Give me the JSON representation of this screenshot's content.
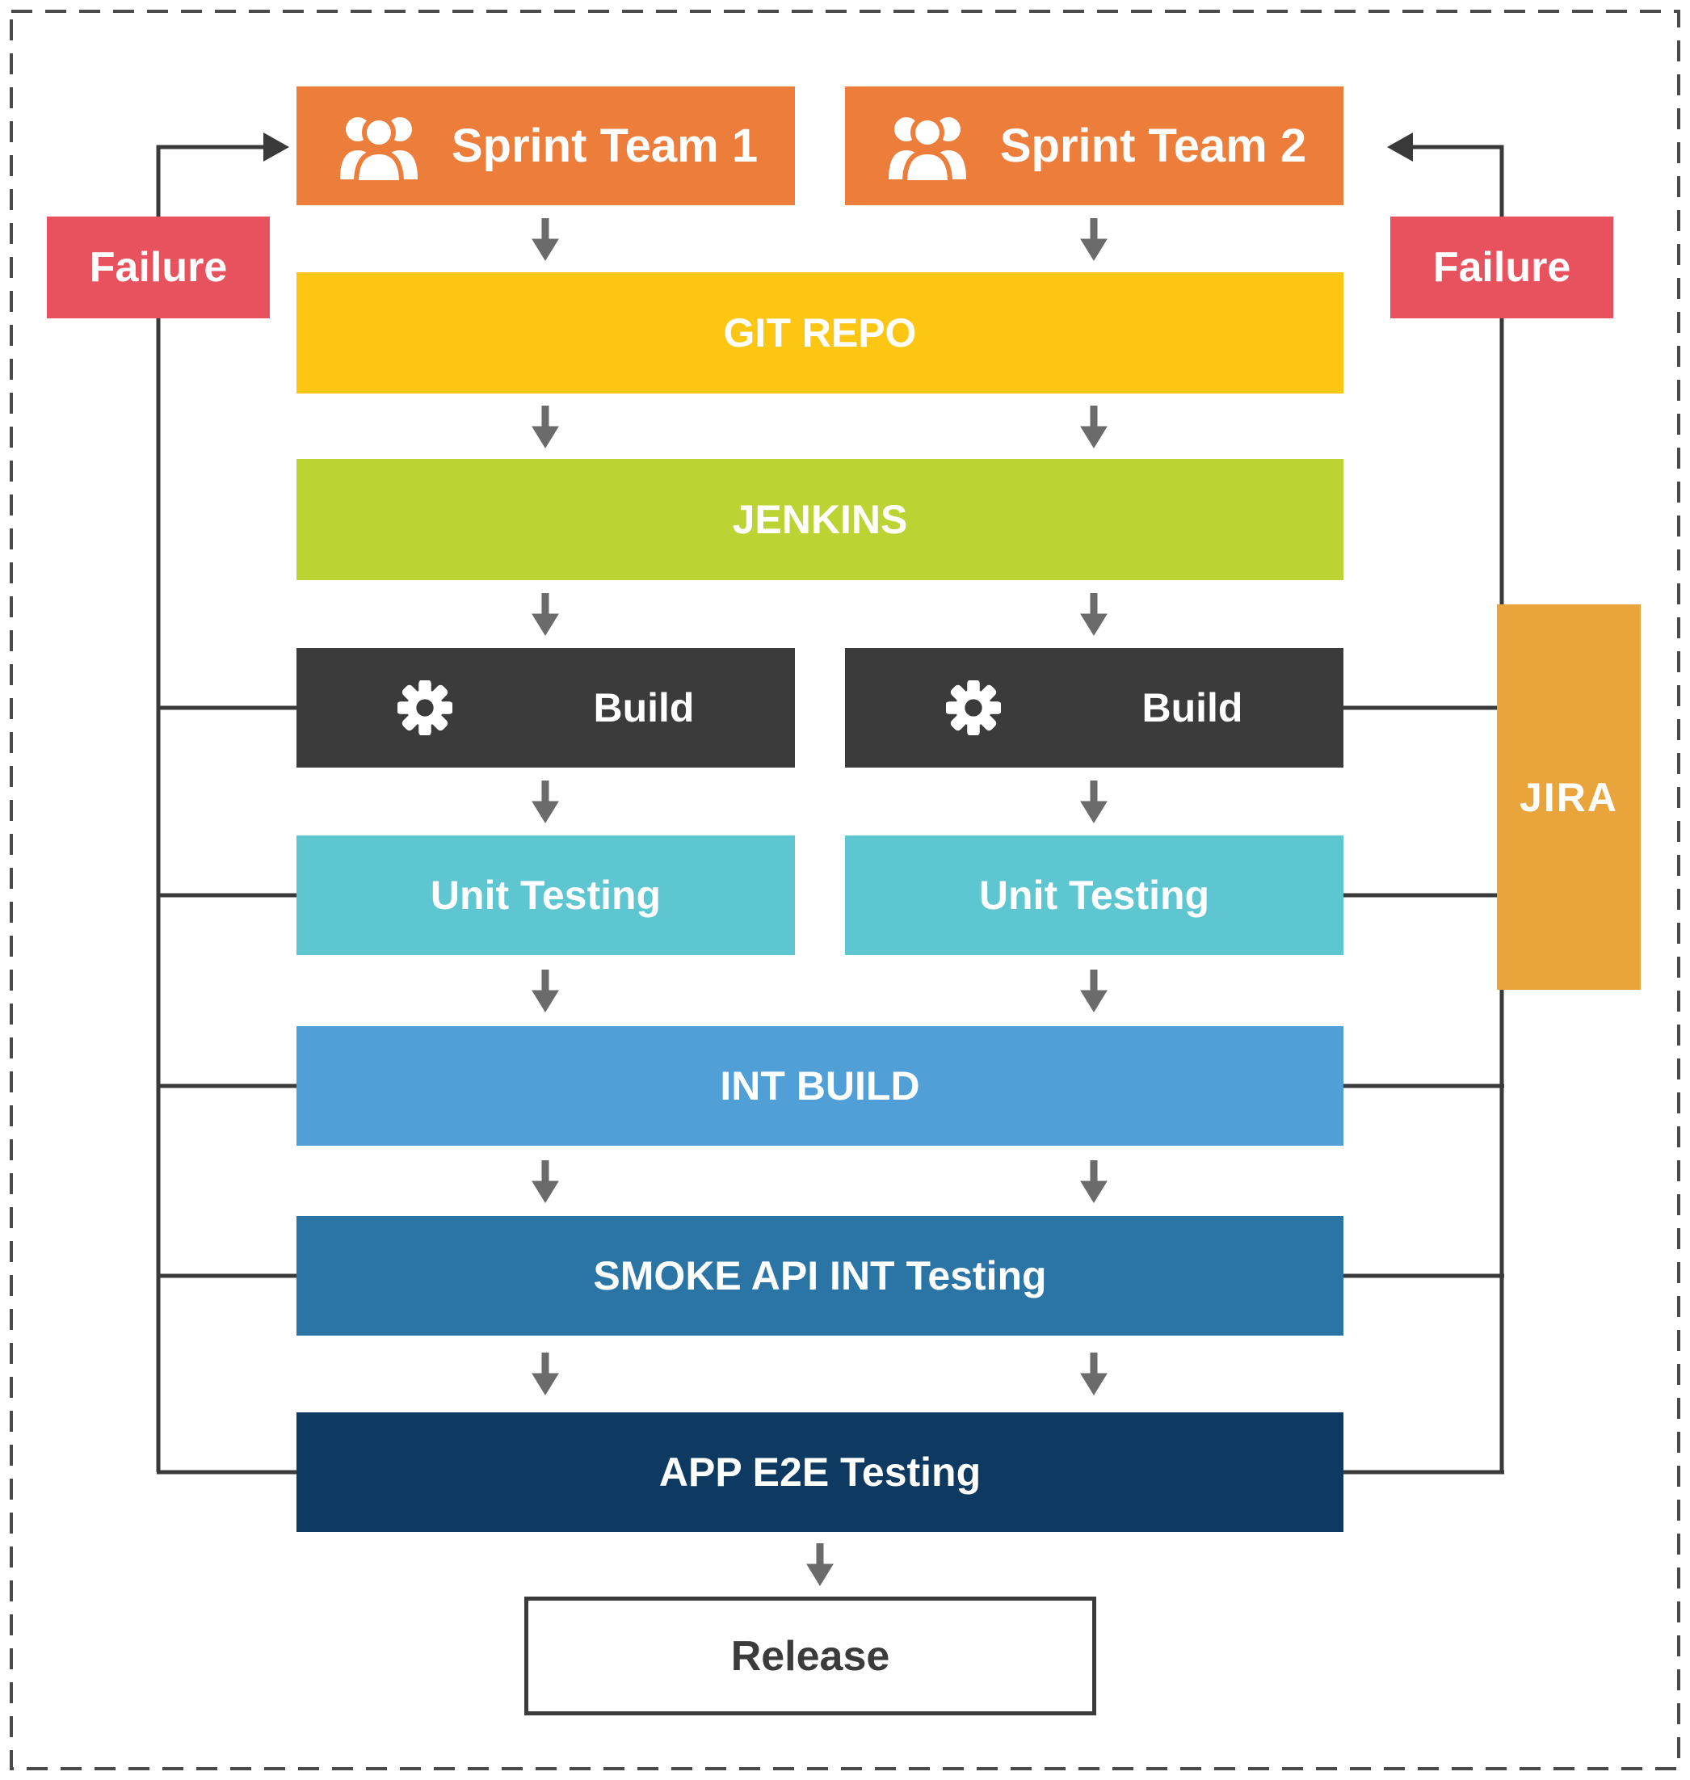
{
  "nodes": {
    "sprint_team_1": {
      "label": "Sprint Team 1",
      "color": "#ED7D3B",
      "icon": "users-icon"
    },
    "sprint_team_2": {
      "label": "Sprint Team 2",
      "color": "#ED7D3B",
      "icon": "users-icon"
    },
    "failure_left": {
      "label": "Failure",
      "color": "#E8525E"
    },
    "failure_right": {
      "label": "Failure",
      "color": "#E8525E"
    },
    "git_repo": {
      "label": "GIT REPO",
      "color": "#FCC613"
    },
    "jenkins": {
      "label": "JENKINS",
      "color": "#BCD433"
    },
    "build_left": {
      "label": "Build",
      "color": "#3B3B3B",
      "icon": "gear-icon"
    },
    "build_right": {
      "label": "Build",
      "color": "#3B3B3B",
      "icon": "gear-icon"
    },
    "unit_testing_left": {
      "label": "Unit Testing",
      "color": "#5DC6D1"
    },
    "unit_testing_right": {
      "label": "Unit Testing",
      "color": "#5DC6D1"
    },
    "int_build": {
      "label": "INT BUILD",
      "color": "#519FD7"
    },
    "smoke_api_int_testing": {
      "label": "SMOKE API INT Testing",
      "color": "#2A75A5"
    },
    "app_e2e_testing": {
      "label": "APP E2E Testing",
      "color": "#0E3A62"
    },
    "jira": {
      "label": "JIRA",
      "color": "#E9A53C"
    },
    "release": {
      "label": "Release",
      "color": "#FFFFFF",
      "border_color": "#3B3B3B",
      "text_color": "#3B3B3B"
    }
  },
  "connectors": {
    "flow_arrow_color": "#6B6B6B",
    "failure_line_color": "#3A3A3A",
    "outer_border_color": "#4A4A4A",
    "outer_border_style": "dashed"
  },
  "icons": {
    "sprint_team": "users-icon",
    "build": "gear-icon",
    "flow": "down-arrow-icon",
    "failure_return": "failure-arrowhead"
  }
}
